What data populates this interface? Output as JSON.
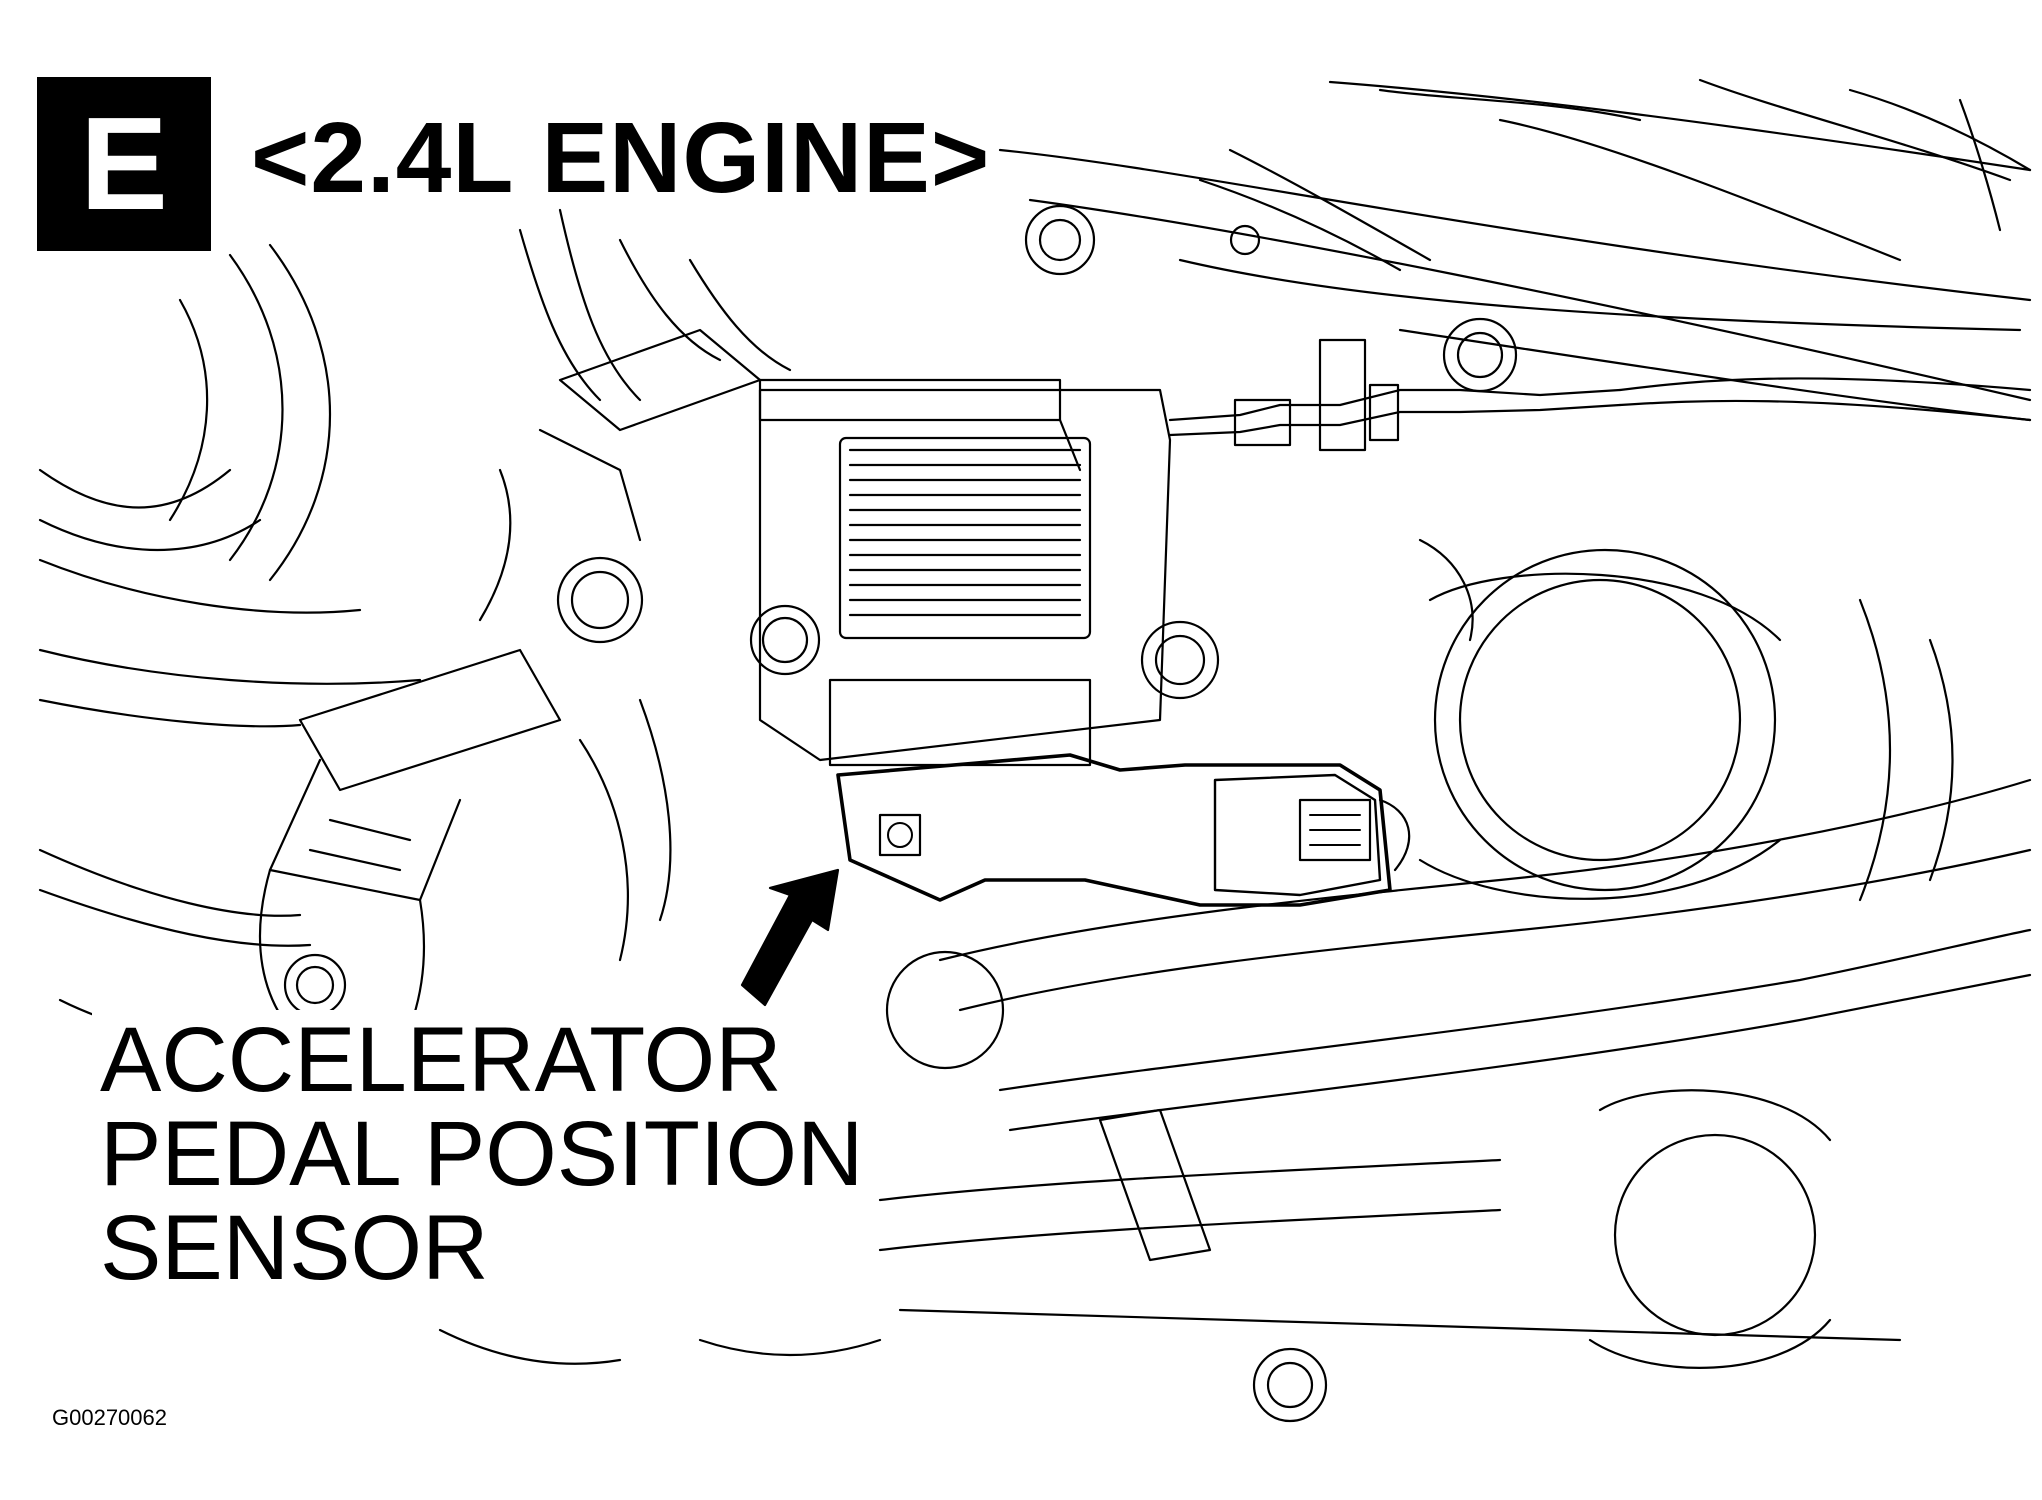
{
  "diagram": {
    "badge_letter": "E",
    "engine_heading": "<2.4L ENGINE>",
    "callout_lines": [
      "ACCELERATOR",
      "PEDAL POSITION",
      "SENSOR"
    ],
    "figure_id": "G00270062",
    "line_color": "#000000",
    "background_color": "#ffffff"
  }
}
